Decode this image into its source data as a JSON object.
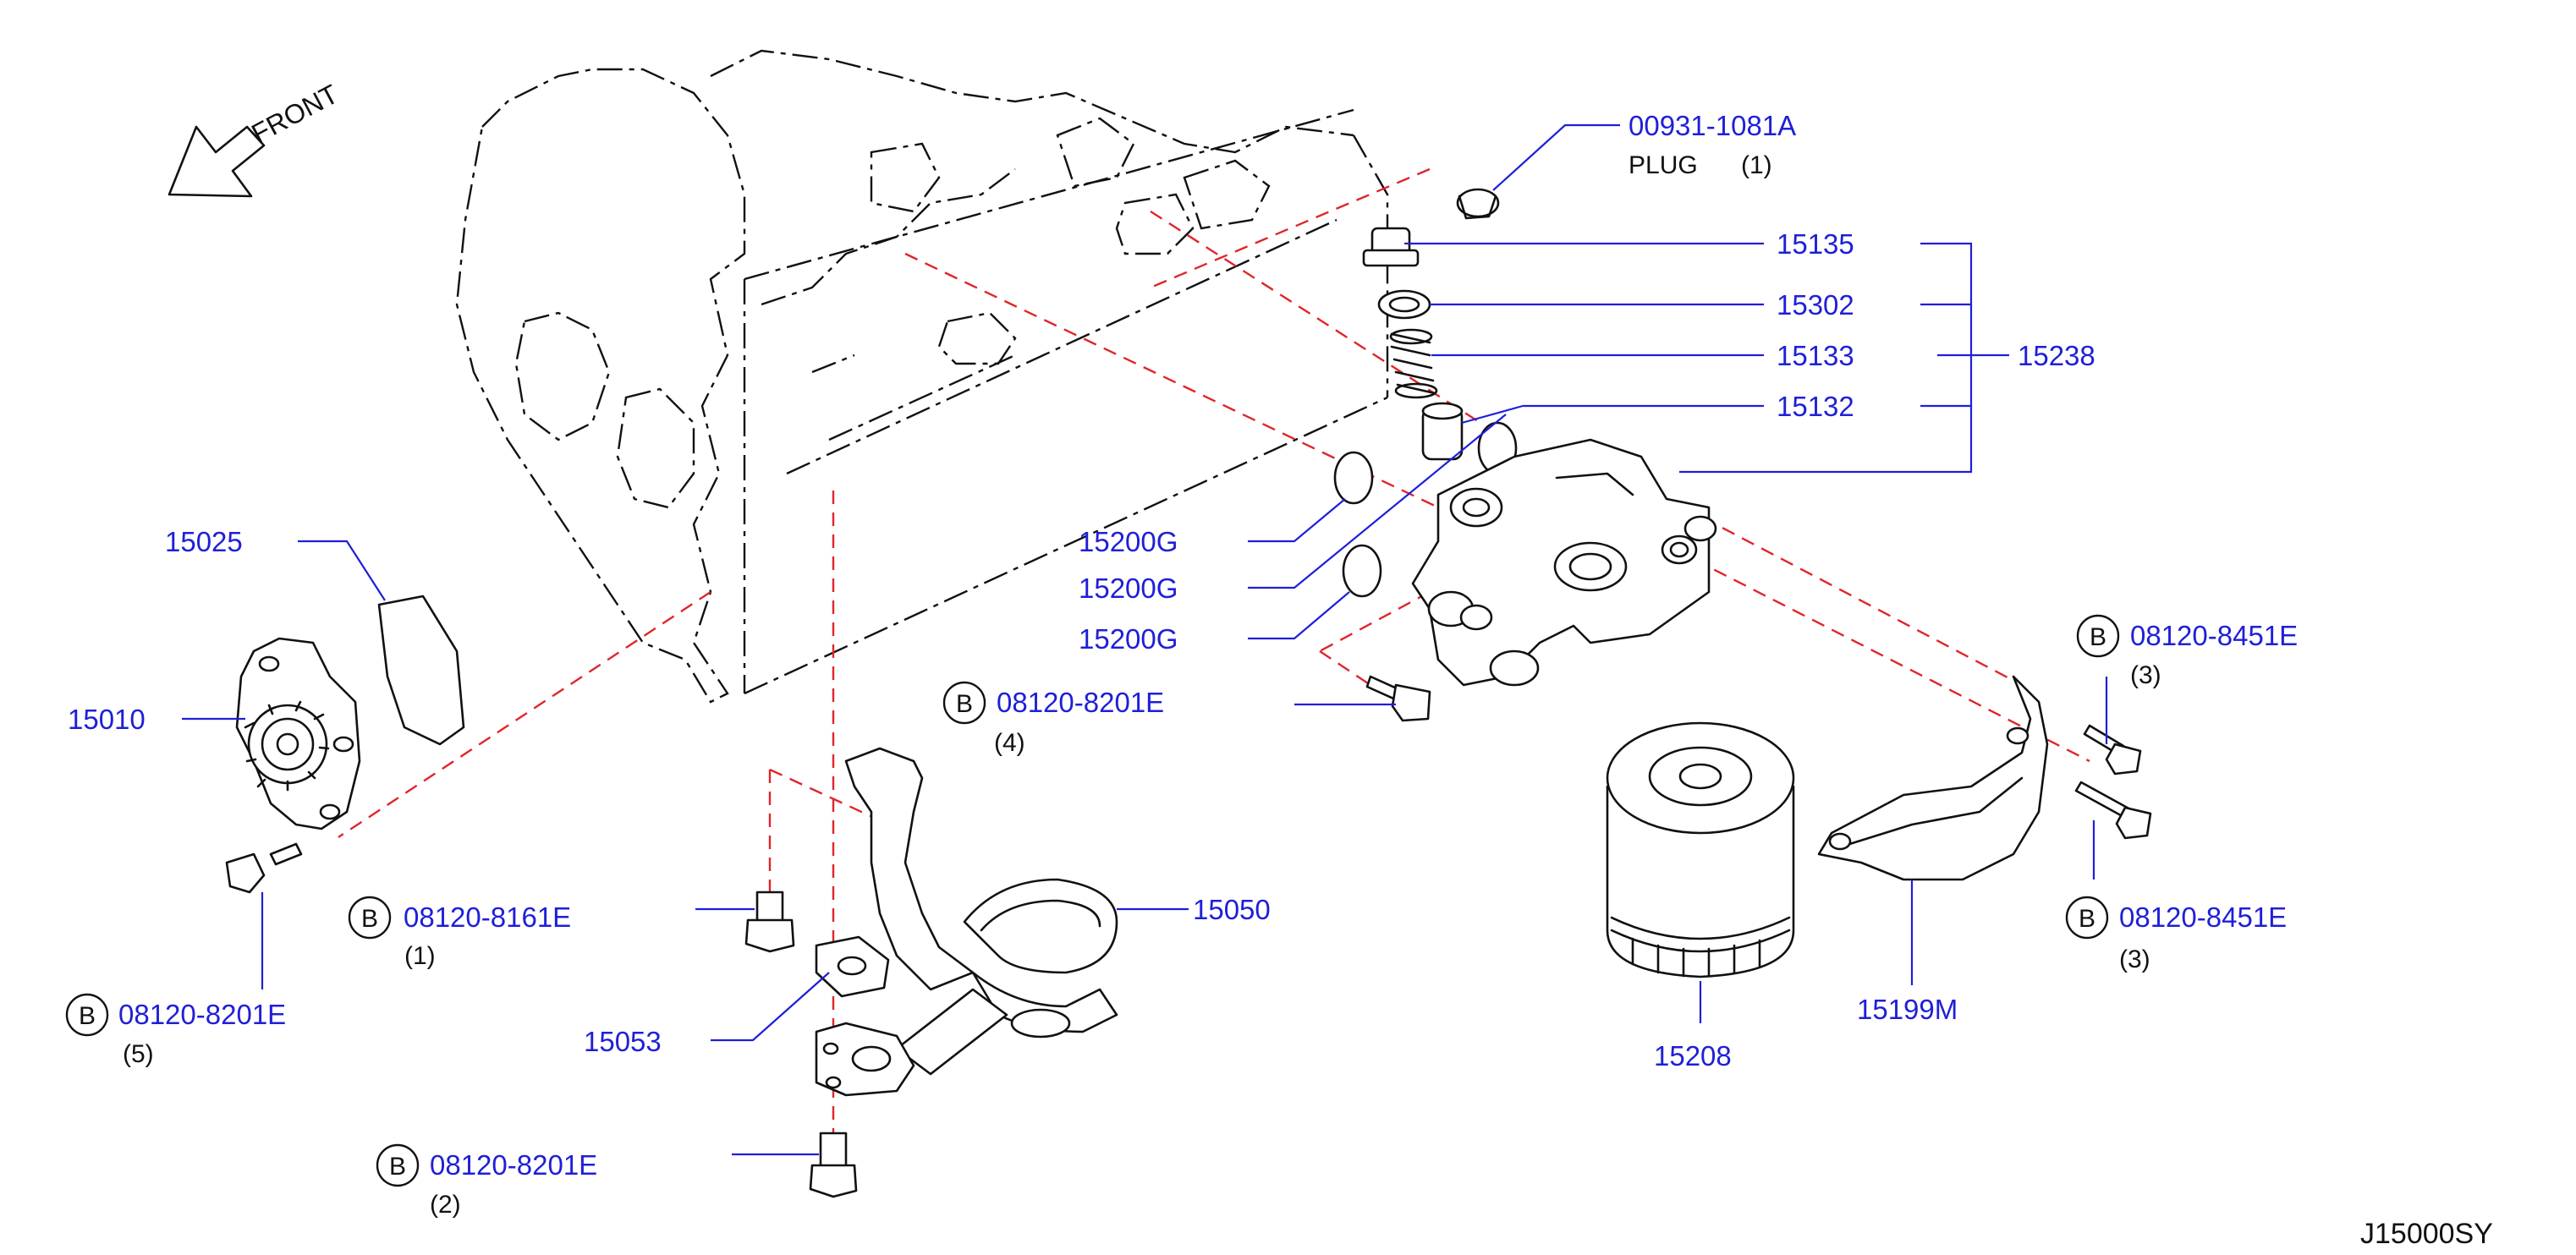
{
  "drawing_code": "J15000SY",
  "front_label": "FRONT",
  "bolt_prefix": "B",
  "plug": {
    "part": "00931-1081A",
    "name": "PLUG",
    "qty": "(1)"
  },
  "callouts": {
    "p15135": "15135",
    "p15302": "15302",
    "p15133": "15133",
    "p15238": "15238",
    "p15132": "15132",
    "p15200g_1": "15200G",
    "p15200g_2": "15200G",
    "p15200g_3": "15200G",
    "p15025": "15025",
    "p15010": "15010",
    "p15050": "15050",
    "p15053": "15053",
    "p15208": "15208",
    "p15199m": "15199M"
  },
  "bolts": {
    "b_8201_4": {
      "part": "08120-8201E",
      "qty": "(4)"
    },
    "b_8451_top": {
      "part": "08120-8451E",
      "qty": "(3)"
    },
    "b_8451_bot": {
      "part": "08120-8451E",
      "qty": "(3)"
    },
    "b_8161_1": {
      "part": "08120-8161E",
      "qty": "(1)"
    },
    "b_8201_5": {
      "part": "08120-8201E",
      "qty": "(5)"
    },
    "b_8201_2": {
      "part": "08120-8201E",
      "qty": "(2)"
    }
  }
}
